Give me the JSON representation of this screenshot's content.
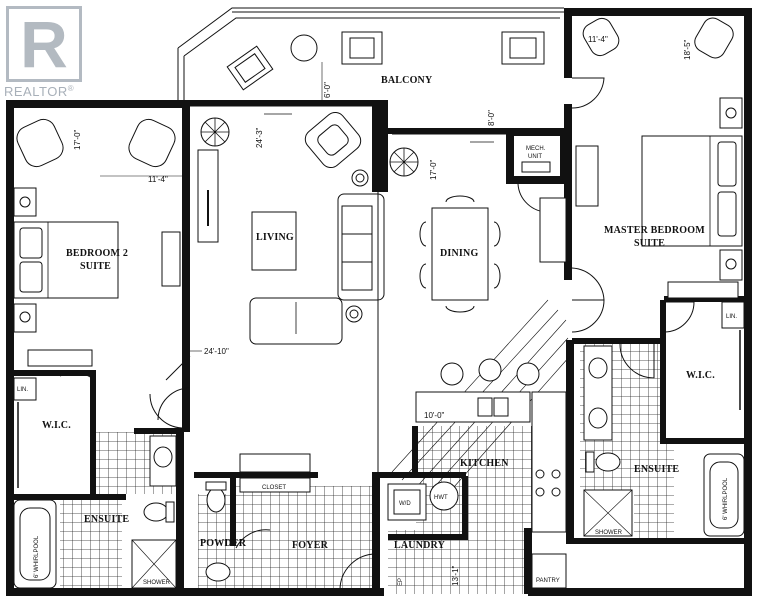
{
  "watermark": {
    "brand": "REALTOR",
    "mark": "R",
    "reg": "®"
  },
  "rooms": {
    "balcony": "BALCONY",
    "living": "LIVING",
    "dining": "DINING",
    "bedroom2_line1": "BEDROOM 2",
    "bedroom2_line2": "SUITE",
    "master_line1": "MASTER BEDROOM",
    "master_line2": "SUITE",
    "wic_left": "W.I.C.",
    "wic_right": "W.I.C.",
    "ensuite_left": "ENSUITE",
    "ensuite_right": "ENSUITE",
    "kitchen": "KITCHEN",
    "powder": "POWDER",
    "foyer": "FOYER",
    "laundry": "LAUNDRY",
    "closet": "CLOSET",
    "pantry": "PANTRY"
  },
  "fixtures": {
    "lin_left": "LIN.",
    "lin_right": "LIN.",
    "mech_line1": "MECH.",
    "mech_line2": "UNIT",
    "hwt": "HWT",
    "wd": "W/D",
    "ep": "EP",
    "shower_left": "SHOWER",
    "shower_right": "SHOWER",
    "whirlpool_left": "6' WHIRLPOOL",
    "whirlpool_right": "6' WHIRLPOOL"
  },
  "dimensions": {
    "master_width": "11'-4\"",
    "master_length": "18'-5\"",
    "balcony_depth": "6'-0\"",
    "balcony_depth2": "8'-0\"",
    "bed2_length": "17'-0\"",
    "bed2_width": "11'-4\"",
    "living_width": "24'-3\"",
    "dining_length": "17'-0\"",
    "living_length": "24'-10\"",
    "kitchen_width": "10'-0\"",
    "laundry_dim": "13'-1\""
  },
  "colors": {
    "wall": "#111111",
    "watermark": "#9aa3ad"
  }
}
